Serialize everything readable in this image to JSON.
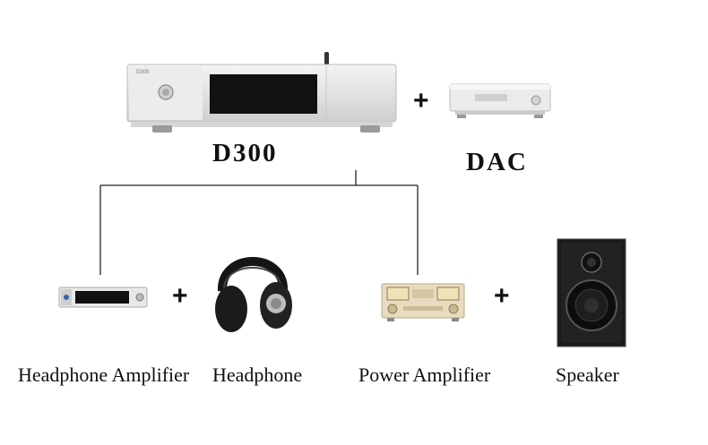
{
  "main_device": {
    "label": "D300",
    "badge": "D300",
    "icon": "music-server-icon"
  },
  "dac": {
    "label": "DAC",
    "icon": "dac-unit-icon"
  },
  "outputs": [
    {
      "label": "Headphone Amplifier",
      "icon": "headphone-amplifier-icon"
    },
    {
      "label": "Headphone",
      "icon": "headphone-icon"
    },
    {
      "label": "Power Amplifier",
      "icon": "power-amplifier-icon"
    },
    {
      "label": "Speaker",
      "icon": "speaker-icon"
    }
  ],
  "plus_symbol": "+",
  "colors": {
    "connector_line": "#222222",
    "silver": "#e6e6e6",
    "gold": "#e8dcc0",
    "speaker_body": "#1a1a1a"
  }
}
